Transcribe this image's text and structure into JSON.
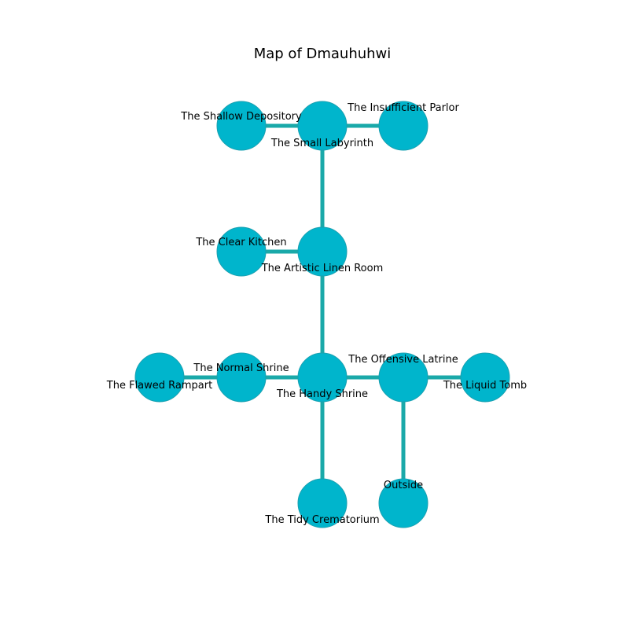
{
  "title": "Map of Dmauhuhwi",
  "colors": {
    "node_fill": "#00b5cc",
    "node_stroke": "#1aa0b0",
    "edge": "#1aa9a9"
  },
  "rooms": [
    {
      "id": "small-labyrinth",
      "name": "The Small Labyrinth"
    },
    {
      "id": "shallow-depository",
      "name": "The Shallow Depository"
    },
    {
      "id": "insufficient-parlor",
      "name": "The Insufficient Parlor"
    },
    {
      "id": "artistic-linen-room",
      "name": "The Artistic Linen Room"
    },
    {
      "id": "clear-kitchen",
      "name": "The Clear Kitchen"
    },
    {
      "id": "handy-shrine",
      "name": "The Handy Shrine"
    },
    {
      "id": "normal-shrine",
      "name": "The Normal Shrine"
    },
    {
      "id": "flawed-rampart",
      "name": "The Flawed Rampart"
    },
    {
      "id": "offensive-latrine",
      "name": "The Offensive Latrine"
    },
    {
      "id": "liquid-tomb",
      "name": "The Liquid Tomb"
    },
    {
      "id": "tidy-crematorium",
      "name": "The Tidy Crematorium"
    },
    {
      "id": "outside",
      "name": "Outside"
    }
  ],
  "connections": [
    [
      "shallow-depository",
      "small-labyrinth"
    ],
    [
      "small-labyrinth",
      "insufficient-parlor"
    ],
    [
      "small-labyrinth",
      "artistic-linen-room"
    ],
    [
      "clear-kitchen",
      "artistic-linen-room"
    ],
    [
      "artistic-linen-room",
      "handy-shrine"
    ],
    [
      "flawed-rampart",
      "normal-shrine"
    ],
    [
      "normal-shrine",
      "handy-shrine"
    ],
    [
      "handy-shrine",
      "offensive-latrine"
    ],
    [
      "offensive-latrine",
      "liquid-tomb"
    ],
    [
      "handy-shrine",
      "tidy-crematorium"
    ],
    [
      "offensive-latrine",
      "outside"
    ]
  ]
}
